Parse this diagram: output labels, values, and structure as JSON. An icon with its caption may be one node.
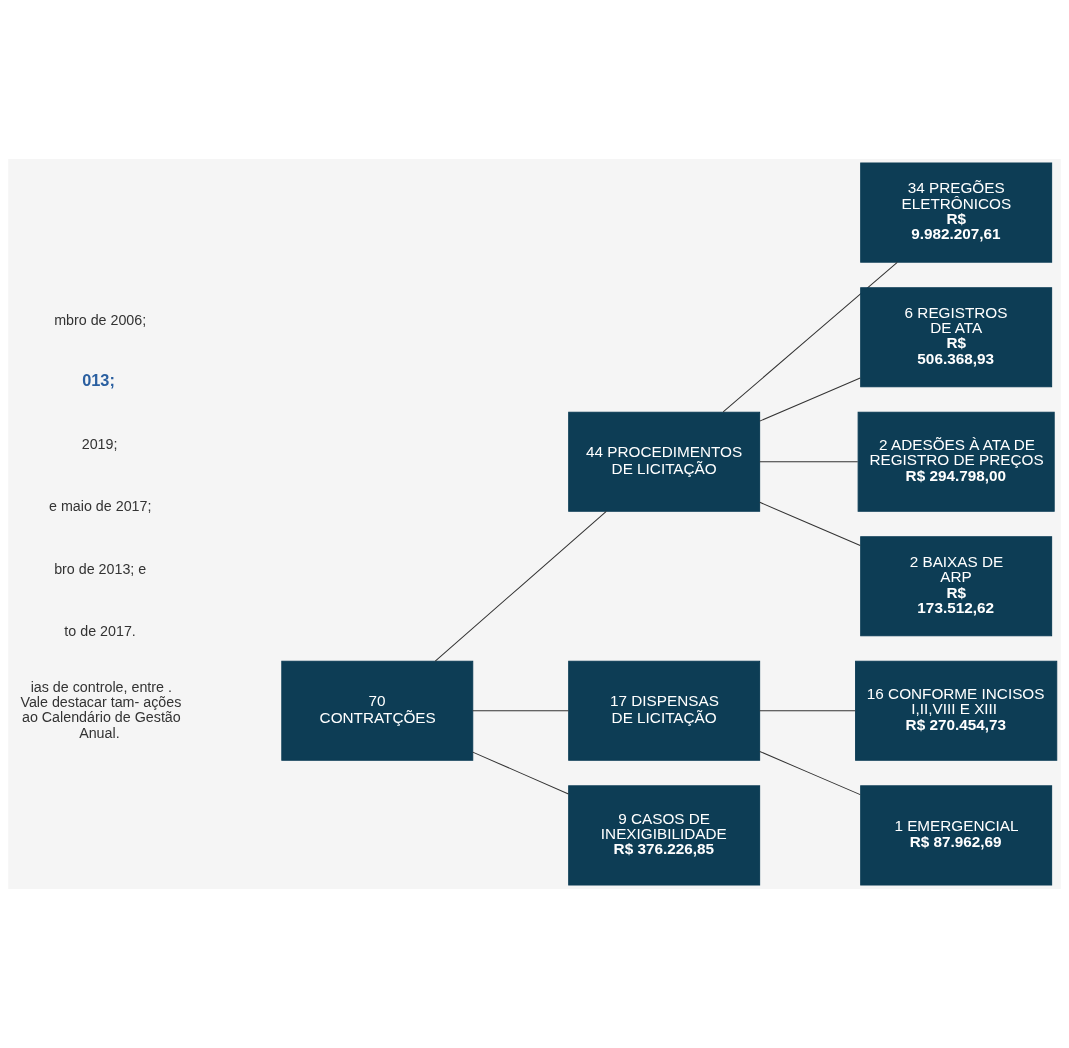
{
  "diagram": {
    "nodes": [
      {
        "text": [
          "70 CONTRATÇÕES"
        ]
      },
      {
        "text": [
          "44 PROCEDIMENTOS DE LICITAÇÃO"
        ]
      },
      {
        "text": [
          "17 DISPENSAS DE LICITAÇÃO"
        ]
      },
      {
        "text": [
          "9 CASOS DE INEXIGIBILIDADE",
          "R$ 376.226,85"
        ]
      },
      {
        "text": [
          "34 PREGÕES ELETRÔNICOS",
          "R$ 9.982.207,61"
        ]
      },
      {
        "text": [
          "6 REGISTROS DE ATA",
          "R$ 506.368,93"
        ]
      },
      {
        "text": [
          "2 ADESÕES À ATA DE REGISTRO DE PREÇOS",
          "R$ 294.798,00"
        ]
      },
      {
        "text": [
          "2 BAIXAS DE ARP",
          "R$ 173.512,62"
        ]
      },
      {
        "text": [
          "16 CONFORME INCISOS I,II,VIII E XIII",
          "R$ 270.454,73"
        ]
      },
      {
        "text": [
          "1 EMERGENCIAL",
          "R$ 87.962,69"
        ]
      }
    ],
    "edges": [
      {
        "from": 0,
        "to": 1,
        "arrow": "none"
      },
      {
        "from": 0,
        "to": 2,
        "arrow": "none"
      },
      {
        "from": 0,
        "to": 3,
        "arrow": "none"
      },
      {
        "from": 1,
        "to": 4,
        "arrow": "none"
      },
      {
        "from": 1,
        "to": 5,
        "arrow": "none"
      },
      {
        "from": 1,
        "to": 6,
        "arrow": "none"
      },
      {
        "from": 1,
        "to": 7,
        "arrow": "none"
      },
      {
        "from": 2,
        "to": 8,
        "arrow": "none"
      },
      {
        "from": 2,
        "to": 9,
        "arrow": "none"
      }
    ],
    "labels": [
      "mbro de 2006;",
      "013;",
      "2019;",
      "e maio de 2017;",
      "bro de 2013; e",
      "to de 2017.",
      "ias de controle, entre . Vale destacar tam- ações ao Calendário de Gestão Anual."
    ]
  }
}
